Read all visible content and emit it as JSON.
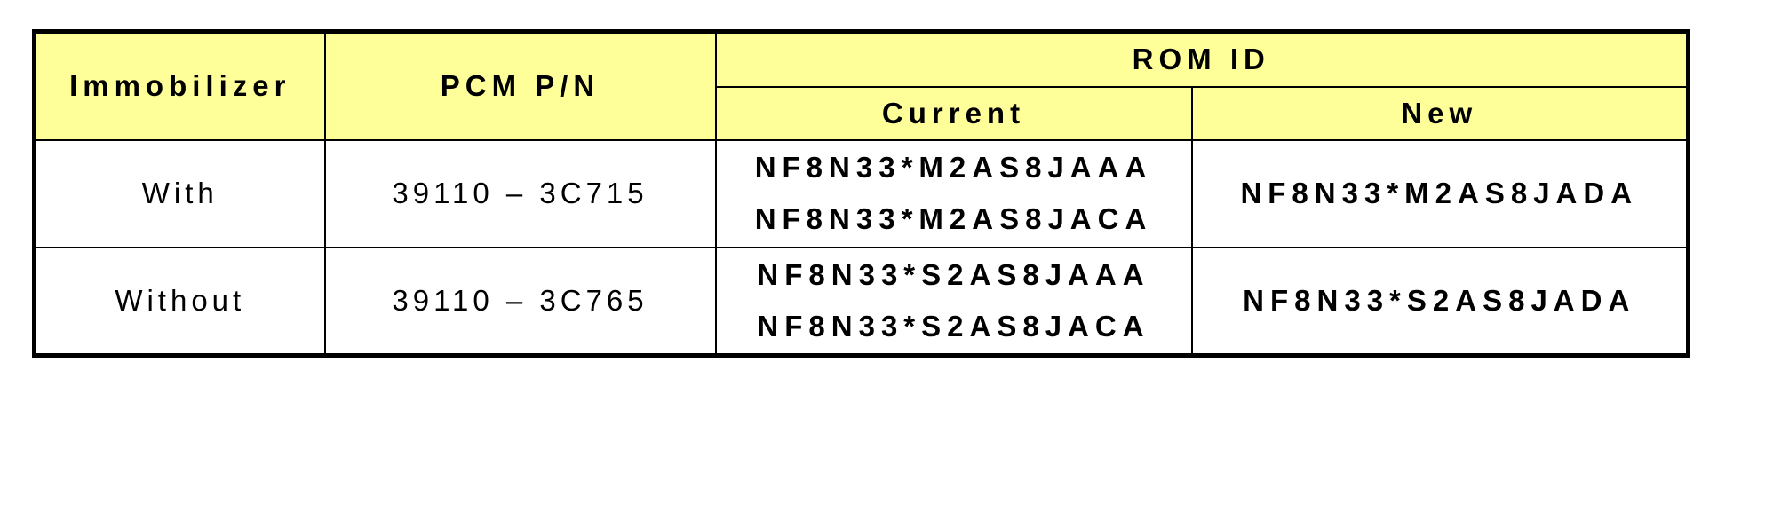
{
  "table": {
    "headers": {
      "immobilizer": "Immobilizer",
      "pcm_pn": "PCM P/N",
      "rom_id": "ROM ID",
      "current": "Current",
      "new": "New"
    },
    "rows": [
      {
        "immobilizer": "With",
        "pcm_pn": "39110 – 3C715",
        "current": [
          "NF8N33*M2AS8JAAA",
          "NF8N33*M2AS8JACA"
        ],
        "new": "NF8N33*M2AS8JADA"
      },
      {
        "immobilizer": "Without",
        "pcm_pn": "39110 – 3C765",
        "current": [
          "NF8N33*S2AS8JAAA",
          "NF8N33*S2AS8JACA"
        ],
        "new": "NF8N33*S2AS8JADA"
      }
    ]
  },
  "colors": {
    "header_background": "#ffff99",
    "border": "#000000",
    "cell_background": "#ffffff"
  }
}
